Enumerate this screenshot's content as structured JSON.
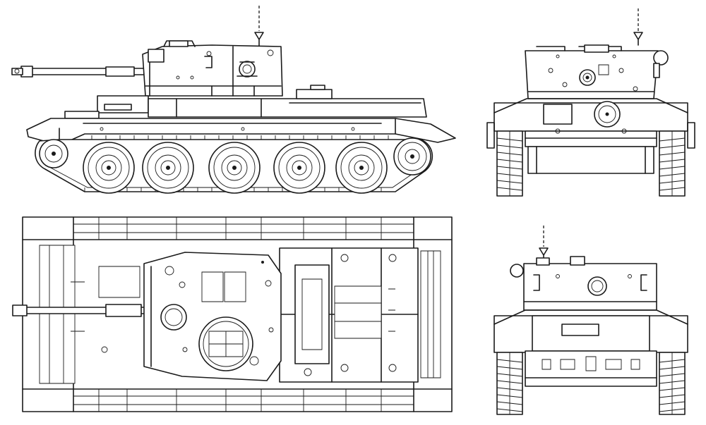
{
  "colors": {
    "ink": "#1a1a1a",
    "paper": "#ffffff"
  },
  "views": [
    {
      "id": "side",
      "kind": "side-elevation",
      "road_wheels": 5
    },
    {
      "id": "front",
      "kind": "front-elevation"
    },
    {
      "id": "top",
      "kind": "plan-view"
    },
    {
      "id": "rear",
      "kind": "rear-elevation"
    }
  ]
}
